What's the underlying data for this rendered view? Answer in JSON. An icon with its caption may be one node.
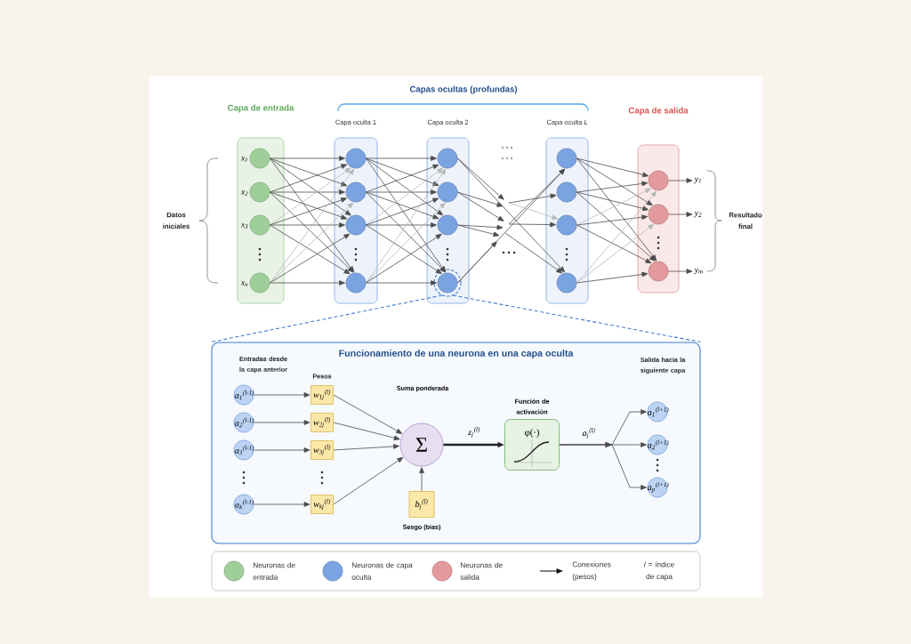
{
  "diagram": {
    "nodes": [
      {
        "text": [
          "Capa de entrada"
        ]
      },
      {
        "text": [],
        "shape": "circle",
        "in": 0,
        "beside": [
          "x$_{1}$"
        ]
      },
      {
        "text": [],
        "shape": "circle",
        "in": 0,
        "beside": [
          "x$_{2}$"
        ]
      },
      {
        "text": [],
        "shape": "circle",
        "in": 0,
        "beside": [
          "x$_{3}$"
        ]
      },
      {
        "text": [],
        "shape": "circle",
        "in": 0,
        "beside": [
          "x$_{n}$"
        ]
      },
      {
        "text": [
          "Capa oculta 1"
        ]
      },
      {
        "text": [],
        "shape": "circle",
        "in": 5
      },
      {
        "text": [],
        "shape": "circle",
        "in": 5
      },
      {
        "text": [],
        "shape": "circle",
        "in": 5
      },
      {
        "text": [],
        "shape": "circle",
        "in": 5
      },
      {
        "text": [
          "Capa oculta 2"
        ]
      },
      {
        "text": [],
        "shape": "circle",
        "in": 10
      },
      {
        "text": [],
        "shape": "circle",
        "in": 10
      },
      {
        "text": [],
        "shape": "circle",
        "in": 10
      },
      {
        "text": [],
        "shape": "circle",
        "in": 10
      },
      {
        "text": [
          "Capa oculta *L*"
        ]
      },
      {
        "text": [],
        "shape": "circle",
        "in": 15
      },
      {
        "text": [],
        "shape": "circle",
        "in": 15
      },
      {
        "text": [],
        "shape": "circle",
        "in": 15
      },
      {
        "text": [],
        "shape": "circle",
        "in": 15
      },
      {
        "text": [
          "Capa de salida"
        ]
      },
      {
        "text": [],
        "shape": "circle",
        "in": 20
      },
      {
        "text": [],
        "shape": "circle",
        "in": 20
      },
      {
        "text": [],
        "shape": "circle",
        "in": 20
      },
      {
        "text": [
          "y$_{1}$"
        ]
      },
      {
        "text": [
          "y$_{2}$"
        ]
      },
      {
        "text": [
          "y$_{m}$"
        ]
      },
      {
        "text": [
          "Funcionamiento de una neurona en una capa oculta"
        ]
      },
      {
        "text": [
          "a$_{1}$$^{(l-1)}$"
        ],
        "in": 27
      },
      {
        "text": [
          "a$_{2}$$^{(l-1)}$"
        ],
        "in": 27
      },
      {
        "text": [
          "a$_{3}$$^{(l-1)}$"
        ],
        "in": 27
      },
      {
        "text": [
          "a$_{k}$$^{(l-1)}$"
        ],
        "in": 27
      },
      {
        "text": [
          "w$_{1j}$$^{(l)}$"
        ],
        "in": 27
      },
      {
        "text": [
          "w$_{2j}$$^{(l)}$"
        ],
        "in": 27
      },
      {
        "text": [
          "w$_{3j}$$^{(l)}$"
        ],
        "in": 27
      },
      {
        "text": [
          "w$_{kj}$$^{(l)}$"
        ],
        "in": 27
      },
      {
        "text": [
          "Suma ponderada",
          "Σ"
        ],
        "in": 27
      },
      {
        "text": [
          "b$_{j}$$^{(l)}$"
        ],
        "in": 27,
        "beside": [
          "Sesgo (bias)"
        ]
      },
      {
        "text": [
          "Función de activación",
          "φ(·)"
        ],
        "in": 27
      },
      {
        "text": [
          "a$_{1}$$^{(l+1)}$"
        ],
        "in": 27
      },
      {
        "text": [
          "a$_{2}$$^{(l+1)}$"
        ],
        "in": 27
      },
      {
        "text": [
          "a$_{p}$$^{(l+1)}$"
        ],
        "in": 27
      }
    ],
    "edges": [
      {
        "from": 1,
        "to": 6,
        "arrow": "to"
      },
      {
        "from": 1,
        "to": 7,
        "arrow": "to"
      },
      {
        "from": 1,
        "to": 8,
        "arrow": "to"
      },
      {
        "from": 1,
        "to": 9,
        "arrow": "to"
      },
      {
        "from": 2,
        "to": 6,
        "arrow": "to"
      },
      {
        "from": 2,
        "to": 7,
        "arrow": "to"
      },
      {
        "from": 2,
        "to": 8,
        "arrow": "to"
      },
      {
        "from": 2,
        "to": 9,
        "arrow": "to"
      },
      {
        "from": 3,
        "to": 6,
        "arrow": "to",
        "color": "#b8b8b8"
      },
      {
        "from": 3,
        "to": 7,
        "arrow": "to"
      },
      {
        "from": 3,
        "to": 8,
        "arrow": "to"
      },
      {
        "from": 3,
        "to": 9,
        "arrow": "to"
      },
      {
        "from": 4,
        "to": 6,
        "arrow": "to",
        "color": "#b8b8b8"
      },
      {
        "from": 4,
        "to": 7,
        "arrow": "to",
        "color": "#b8b8b8"
      },
      {
        "from": 4,
        "to": 8,
        "arrow": "to"
      },
      {
        "from": 4,
        "to": 9,
        "arrow": "to"
      },
      {
        "from": 6,
        "to": 11,
        "arrow": "to"
      },
      {
        "from": 6,
        "to": 12,
        "arrow": "to"
      },
      {
        "from": 6,
        "to": 13,
        "arrow": "to"
      },
      {
        "from": 6,
        "to": 14,
        "arrow": "to"
      },
      {
        "from": 7,
        "to": 11,
        "arrow": "to"
      },
      {
        "from": 7,
        "to": 12,
        "arrow": "to"
      },
      {
        "from": 7,
        "to": 13,
        "arrow": "to"
      },
      {
        "from": 7,
        "to": 14,
        "arrow": "to"
      },
      {
        "from": 8,
        "to": 11,
        "arrow": "to",
        "color": "#b8b8b8"
      },
      {
        "from": 8,
        "to": 12,
        "arrow": "to"
      },
      {
        "from": 8,
        "to": 13,
        "arrow": "to"
      },
      {
        "from": 8,
        "to": 14,
        "arrow": "to"
      },
      {
        "from": 9,
        "to": 11,
        "arrow": "to",
        "color": "#b8b8b8"
      },
      {
        "from": 9,
        "to": 12,
        "arrow": "to",
        "color": "#b8b8b8"
      },
      {
        "from": 9,
        "to": 13,
        "arrow": "to"
      },
      {
        "from": 9,
        "to": 14,
        "arrow": "to"
      },
      {
        "from": 11,
        "to": null,
        "arrow": "to"
      },
      {
        "from": 11,
        "to": 19,
        "arrow": "to"
      },
      {
        "from": 12,
        "to": null,
        "arrow": "to"
      },
      {
        "from": 12,
        "to": null,
        "arrow": "to"
      },
      {
        "from": 13,
        "to": null,
        "arrow": "to"
      },
      {
        "from": 13,
        "to": null,
        "arrow": "to"
      },
      {
        "from": 14,
        "to": 16,
        "arrow": "to"
      },
      {
        "from": 14,
        "to": null,
        "arrow": "to"
      },
      {
        "from": null,
        "to": 17,
        "arrow": "to"
      },
      {
        "from": null,
        "to": 16,
        "arrow": "to"
      },
      {
        "from": null,
        "to": 18,
        "arrow": "to"
      },
      {
        "from": null,
        "to": 19,
        "arrow": "to"
      },
      {
        "from": null,
        "to": 18,
        "arrow": "to",
        "color": "#b8b8b8"
      },
      {
        "from": 16,
        "to": 21,
        "arrow": "to"
      },
      {
        "from": 16,
        "to": 22,
        "arrow": "to"
      },
      {
        "from": 16,
        "to": 23,
        "arrow": "to"
      },
      {
        "from": 17,
        "to": 21,
        "arrow": "to"
      },
      {
        "from": 17,
        "to": 22,
        "arrow": "to"
      },
      {
        "from": 17,
        "to": 23,
        "arrow": "to"
      },
      {
        "from": 18,
        "to": 21,
        "arrow": "to",
        "color": "#b8b8b8"
      },
      {
        "from": 18,
        "to": 22,
        "arrow": "to"
      },
      {
        "from": 18,
        "to": 23,
        "arrow": "to"
      },
      {
        "from": 19,
        "to": 21,
        "arrow": "to",
        "color": "#b8b8b8"
      },
      {
        "from": 19,
        "to": 22,
        "arrow": "to",
        "color": "#b8b8b8"
      },
      {
        "from": 19,
        "to": 23,
        "arrow": "to"
      },
      {
        "from": 21,
        "to": 24,
        "arrow": "to"
      },
      {
        "from": 22,
        "to": 25,
        "arrow": "to"
      },
      {
        "from": 23,
        "to": 26,
        "arrow": "to"
      },
      {
        "from": 14,
        "to": 27,
        "arrow": "none",
        "style": "dashed",
        "color": "#3d7bcf"
      },
      {
        "from": 14,
        "to": 27,
        "arrow": "none",
        "style": "dashed",
        "color": "#3d7bcf"
      },
      {
        "from": 28,
        "to": 32,
        "arrow": "to"
      },
      {
        "from": 29,
        "to": 33,
        "arrow": "to"
      },
      {
        "from": 30,
        "to": 34,
        "arrow": "to"
      },
      {
        "from": 31,
        "to": 35,
        "arrow": "to"
      },
      {
        "from": 32,
        "to": 36,
        "arrow": "to"
      },
      {
        "from": 33,
        "to": 36,
        "arrow": "to"
      },
      {
        "from": 34,
        "to": 36,
        "arrow": "to"
      },
      {
        "from": 35,
        "to": 36,
        "arrow": "to"
      },
      {
        "from": 37,
        "to": 36,
        "arrow": "to"
      },
      {
        "from": 36,
        "to": 38,
        "arrow": "to",
        "label": "z$_{j}$$^{(l)}$",
        "style": "thick",
        "color": "#222222"
      },
      {
        "from": 38,
        "to": 39,
        "arrow": "to",
        "label": "a$_{j}$$^{(l)}$"
      },
      {
        "from": 38,
        "to": 40,
        "arrow": "to"
      },
      {
        "from": 38,
        "to": 41,
        "arrow": "to"
      }
    ],
    "labels": [
      "Capas ocultas (profundas)",
      "Datos iniciales",
      "Resultado final",
      "Entradas desde la capa anterior",
      "Pesos",
      "Salida hacia la siguiente capa",
      "*l* = índice de capa"
    ],
    "legend": [
      {
        "text": "Neuronas de entrada",
        "color": "#9fcf99"
      },
      {
        "text": "Neuronas de capa oculta",
        "color": "#7aa3e2"
      },
      {
        "text": "Neuronas de salida",
        "color": "#e39a9c"
      },
      {
        "text": "Conexiones (pesos)"
      }
    ]
  }
}
